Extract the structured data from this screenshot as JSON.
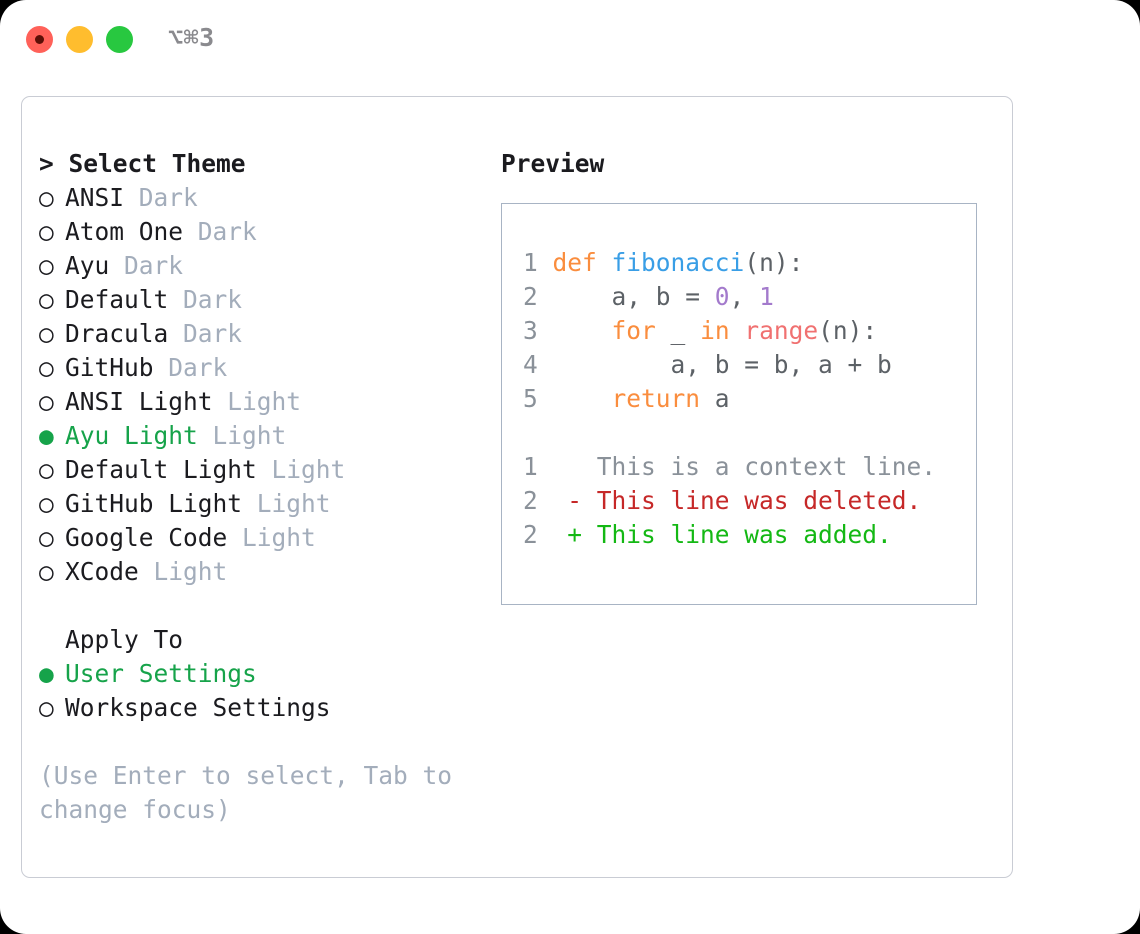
{
  "titlebar": {
    "shortcut": "⌥⌘3",
    "buttons": [
      {
        "name": "close",
        "color": "#ff6159"
      },
      {
        "name": "minimize",
        "color": "#ffbd2e"
      },
      {
        "name": "maximize",
        "color": "#28c840"
      }
    ]
  },
  "theme_selector": {
    "header": "> Select Theme",
    "bullet_selected": "●",
    "bullet_unselected": "○",
    "selected_color": "#16a34a",
    "items": [
      {
        "bullet": "○",
        "name": "ANSI",
        "tag": "Dark",
        "selected": false
      },
      {
        "bullet": "○",
        "name": "Atom One",
        "tag": "Dark",
        "selected": false
      },
      {
        "bullet": "○",
        "name": "Ayu",
        "tag": "Dark",
        "selected": false
      },
      {
        "bullet": "○",
        "name": "Default",
        "tag": "Dark",
        "selected": false
      },
      {
        "bullet": "○",
        "name": "Dracula",
        "tag": "Dark",
        "selected": false
      },
      {
        "bullet": "○",
        "name": "GitHub",
        "tag": "Dark",
        "selected": false
      },
      {
        "bullet": "○",
        "name": "ANSI Light",
        "tag": "Light",
        "selected": false
      },
      {
        "bullet": "●",
        "name": "Ayu Light",
        "tag": "Light",
        "selected": true
      },
      {
        "bullet": "○",
        "name": "Default Light",
        "tag": "Light",
        "selected": false
      },
      {
        "bullet": "○",
        "name": "GitHub Light",
        "tag": "Light",
        "selected": false
      },
      {
        "bullet": "○",
        "name": "Google Code",
        "tag": "Light",
        "selected": false
      },
      {
        "bullet": "○",
        "name": "XCode",
        "tag": "Light",
        "selected": false
      }
    ]
  },
  "apply_to": {
    "header": "Apply To",
    "items": [
      {
        "bullet": "●",
        "name": "User Settings",
        "selected": true
      },
      {
        "bullet": "○",
        "name": "Workspace Settings",
        "selected": false
      }
    ]
  },
  "hint": "(Use Enter to select, Tab to change focus)",
  "preview": {
    "label": "Preview",
    "code": [
      {
        "ln": "1",
        "tokens": [
          {
            "t": "def",
            "c": "kw"
          },
          {
            "t": " ",
            "c": "punct"
          },
          {
            "t": "fibonacci",
            "c": "fn"
          },
          {
            "t": "(n):",
            "c": "punct"
          }
        ]
      },
      {
        "ln": "2",
        "tokens": [
          {
            "t": "    a, b = ",
            "c": "var"
          },
          {
            "t": "0",
            "c": "num"
          },
          {
            "t": ", ",
            "c": "punct"
          },
          {
            "t": "1",
            "c": "num"
          }
        ]
      },
      {
        "ln": "3",
        "tokens": [
          {
            "t": "    ",
            "c": "var"
          },
          {
            "t": "for",
            "c": "kw"
          },
          {
            "t": " _ ",
            "c": "var"
          },
          {
            "t": "in",
            "c": "kw"
          },
          {
            "t": " ",
            "c": "var"
          },
          {
            "t": "range",
            "c": "bi"
          },
          {
            "t": "(n):",
            "c": "punct"
          }
        ]
      },
      {
        "ln": "4",
        "tokens": [
          {
            "t": "        a, b = b, a + b",
            "c": "var"
          }
        ]
      },
      {
        "ln": "5",
        "tokens": [
          {
            "t": "    ",
            "c": "var"
          },
          {
            "t": "return",
            "c": "kw"
          },
          {
            "t": " a",
            "c": "var"
          }
        ]
      }
    ],
    "diff": [
      {
        "ln": "1",
        "marker": " ",
        "text": "This is a context line.",
        "kind": "ctx"
      },
      {
        "ln": "2",
        "marker": "-",
        "text": "This line was deleted.",
        "kind": "del"
      },
      {
        "ln": "2",
        "marker": "+",
        "text": "This line was added.",
        "kind": "add"
      }
    ]
  }
}
